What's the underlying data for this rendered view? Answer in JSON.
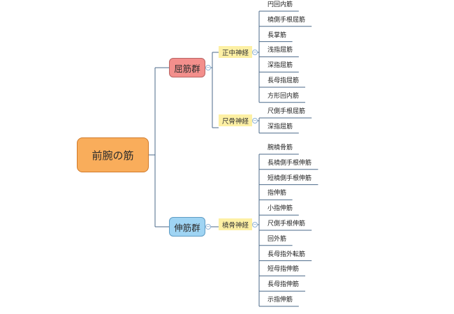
{
  "root": {
    "label": "前腕の筋"
  },
  "groups": [
    {
      "label": "屈筋群",
      "nerves": [
        {
          "label": "正中神経",
          "muscles": [
            "円回内筋",
            "橈側手根屈筋",
            "長掌筋",
            "浅指屈筋",
            "深指屈筋",
            "長母指屈筋",
            "方形回内筋"
          ]
        },
        {
          "label": "尺骨神経",
          "muscles": [
            "尺側手根屈筋",
            "深指屈筋"
          ]
        }
      ]
    },
    {
      "label": "伸筋群",
      "nerves": [
        {
          "label": "橈骨神経",
          "muscles": [
            "腕橈骨筋",
            "長橈側手根伸筋",
            "短橈側手根伸筋",
            "指伸筋",
            "小指伸筋",
            "尺側手根伸筋",
            "回外筋",
            "長母指外転筋",
            "短母指伸筋",
            "長母指伸筋",
            "示指伸筋"
          ]
        }
      ]
    }
  ],
  "colors": {
    "root_fill": "#f9ad5b",
    "flexor_fill": "#f38f8c",
    "extensor_fill": "#9fd4f3",
    "nerve_fill": "#fdf0a4",
    "connector": "#4b6a8a"
  },
  "icons": {
    "collapse": "collapse-minus-icon"
  }
}
